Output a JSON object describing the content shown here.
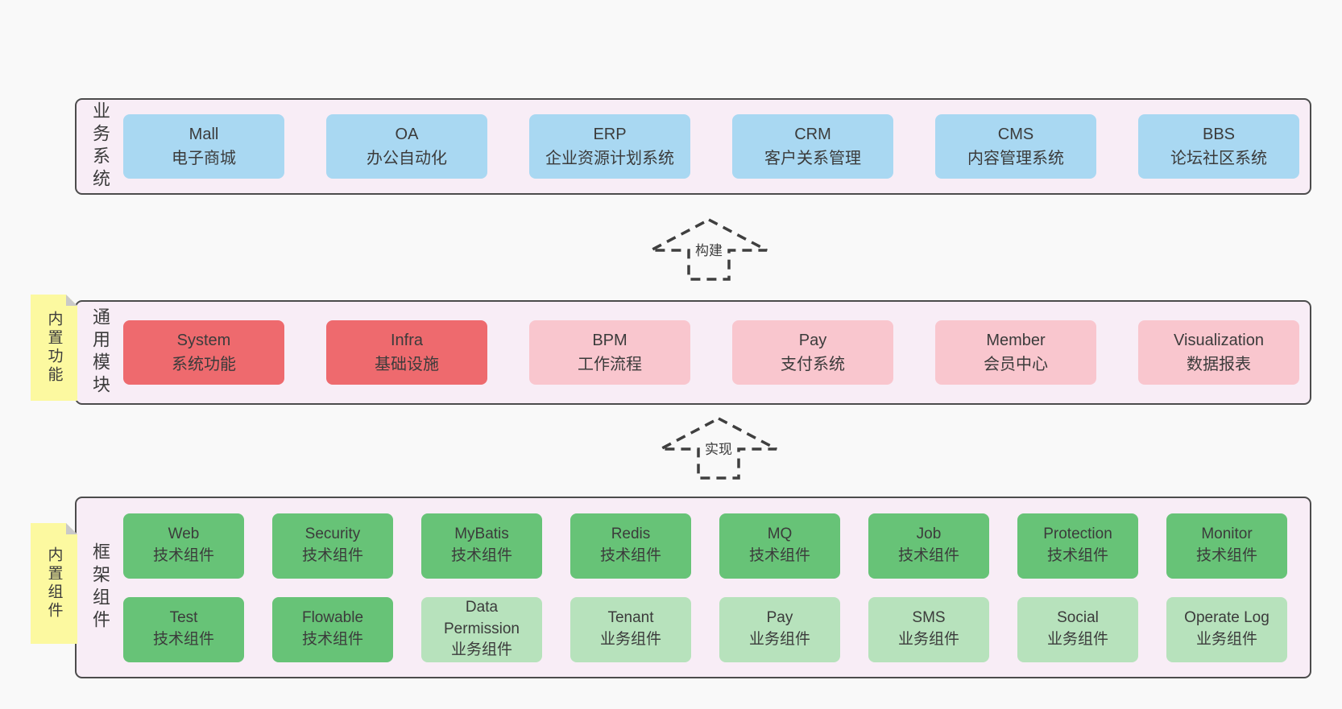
{
  "colors": {
    "page_bg": "#f9f9f9",
    "panel_bg": "#f8edf6",
    "panel_border": "#4c4c4c",
    "blue_box": "#a9d8f2",
    "red_box": "#ee6a6e",
    "pink_box": "#f9c6ce",
    "green_dark_box": "#67c377",
    "green_light_box": "#b7e2bc",
    "note_bg": "#fcf9a0",
    "note_fold": "#c9c9c9",
    "text": "#3b3b3b"
  },
  "arrows": [
    {
      "label": "构建"
    },
    {
      "label": "实现"
    }
  ],
  "layers": {
    "business": {
      "label": "业务系统",
      "boxes": [
        {
          "name": "Mall",
          "desc": "电子商城",
          "variant": "blue"
        },
        {
          "name": "OA",
          "desc": "办公自动化",
          "variant": "blue"
        },
        {
          "name": "ERP",
          "desc": "企业资源计划系统",
          "variant": "blue"
        },
        {
          "name": "CRM",
          "desc": "客户关系管理",
          "variant": "blue"
        },
        {
          "name": "CMS",
          "desc": "内容管理系统",
          "variant": "blue"
        },
        {
          "name": "BBS",
          "desc": "论坛社区系统",
          "variant": "blue"
        }
      ]
    },
    "modules": {
      "label": "通用模块",
      "note": "内置功能",
      "boxes": [
        {
          "name": "System",
          "desc": "系统功能",
          "variant": "red"
        },
        {
          "name": "Infra",
          "desc": "基础设施",
          "variant": "red"
        },
        {
          "name": "BPM",
          "desc": "工作流程",
          "variant": "pink"
        },
        {
          "name": "Pay",
          "desc": "支付系统",
          "variant": "pink"
        },
        {
          "name": "Member",
          "desc": "会员中心",
          "variant": "pink"
        },
        {
          "name": "Visualization",
          "desc": "数据报表",
          "variant": "pink"
        }
      ]
    },
    "framework": {
      "label": "框架组件",
      "note": "内置组件",
      "row1": [
        {
          "name": "Web",
          "desc": "技术组件",
          "variant": "dark"
        },
        {
          "name": "Security",
          "desc": "技术组件",
          "variant": "dark"
        },
        {
          "name": "MyBatis",
          "desc": "技术组件",
          "variant": "dark"
        },
        {
          "name": "Redis",
          "desc": "技术组件",
          "variant": "dark"
        },
        {
          "name": "MQ",
          "desc": "技术组件",
          "variant": "dark"
        },
        {
          "name": "Job",
          "desc": "技术组件",
          "variant": "dark"
        },
        {
          "name": "Protection",
          "desc": "技术组件",
          "variant": "dark"
        },
        {
          "name": "Monitor",
          "desc": "技术组件",
          "variant": "dark"
        }
      ],
      "row2": [
        {
          "name": "Test",
          "desc": "技术组件",
          "variant": "dark"
        },
        {
          "name": "Flowable",
          "desc": "技术组件",
          "variant": "dark"
        },
        {
          "name": "Data Permission",
          "desc": "业务组件",
          "variant": "light"
        },
        {
          "name": "Tenant",
          "desc": "业务组件",
          "variant": "light"
        },
        {
          "name": "Pay",
          "desc": "业务组件",
          "variant": "light"
        },
        {
          "name": "SMS",
          "desc": "业务组件",
          "variant": "light"
        },
        {
          "name": "Social",
          "desc": "业务组件",
          "variant": "light"
        },
        {
          "name": "Operate Log",
          "desc": "业务组件",
          "variant": "light"
        }
      ]
    }
  }
}
